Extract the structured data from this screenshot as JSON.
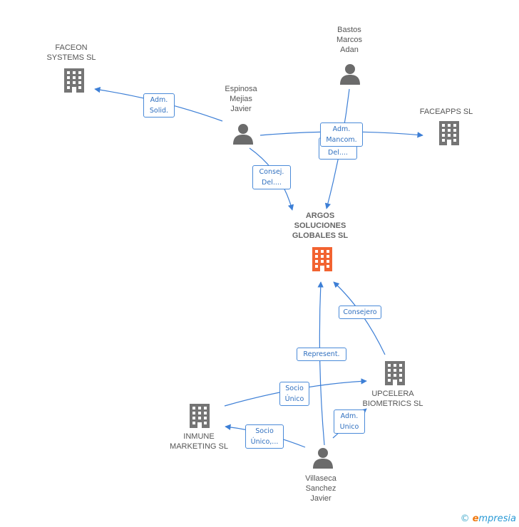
{
  "colors": {
    "edge": "#3d7fd6",
    "company_icon": "#757575",
    "focus_icon": "#f26331",
    "person_icon": "#6b6b6b"
  },
  "nodes": {
    "faceon": {
      "label": "FACEON\nSYSTEMS SL",
      "kind": "company"
    },
    "bastos": {
      "label": "Bastos\nMarcos\nAdan",
      "kind": "person"
    },
    "espinosa": {
      "label": "Espinosa\nMejias\nJavier",
      "kind": "person"
    },
    "faceapps": {
      "label": "FACEAPPS SL",
      "kind": "company"
    },
    "argos": {
      "label": "ARGOS\nSOLUCIONES\nGLOBALES SL",
      "kind": "focus-company"
    },
    "upcelera": {
      "label": "UPCELERA\nBIOMETRICS  SL",
      "kind": "company"
    },
    "inmune": {
      "label": "INMUNE\nMARKETING SL",
      "kind": "company"
    },
    "villaseca": {
      "label": "Villaseca\nSanchez\nJavier",
      "kind": "person"
    }
  },
  "edges": {
    "adm_solid": "Adm.\nSolid.",
    "adm_mancom": "Adm.\nMancom.",
    "del": "Del....",
    "consej_del": "Consej.\nDel....",
    "consejero": "Consejero",
    "represent": "Represent.",
    "socio_unico": "Socio\nÚnico",
    "socio_unico_2": "Socio\nÚnico,...",
    "adm_unico": "Adm.\nUnico"
  },
  "brand": {
    "copyright": "©",
    "e": "e",
    "name": "mpresia"
  }
}
